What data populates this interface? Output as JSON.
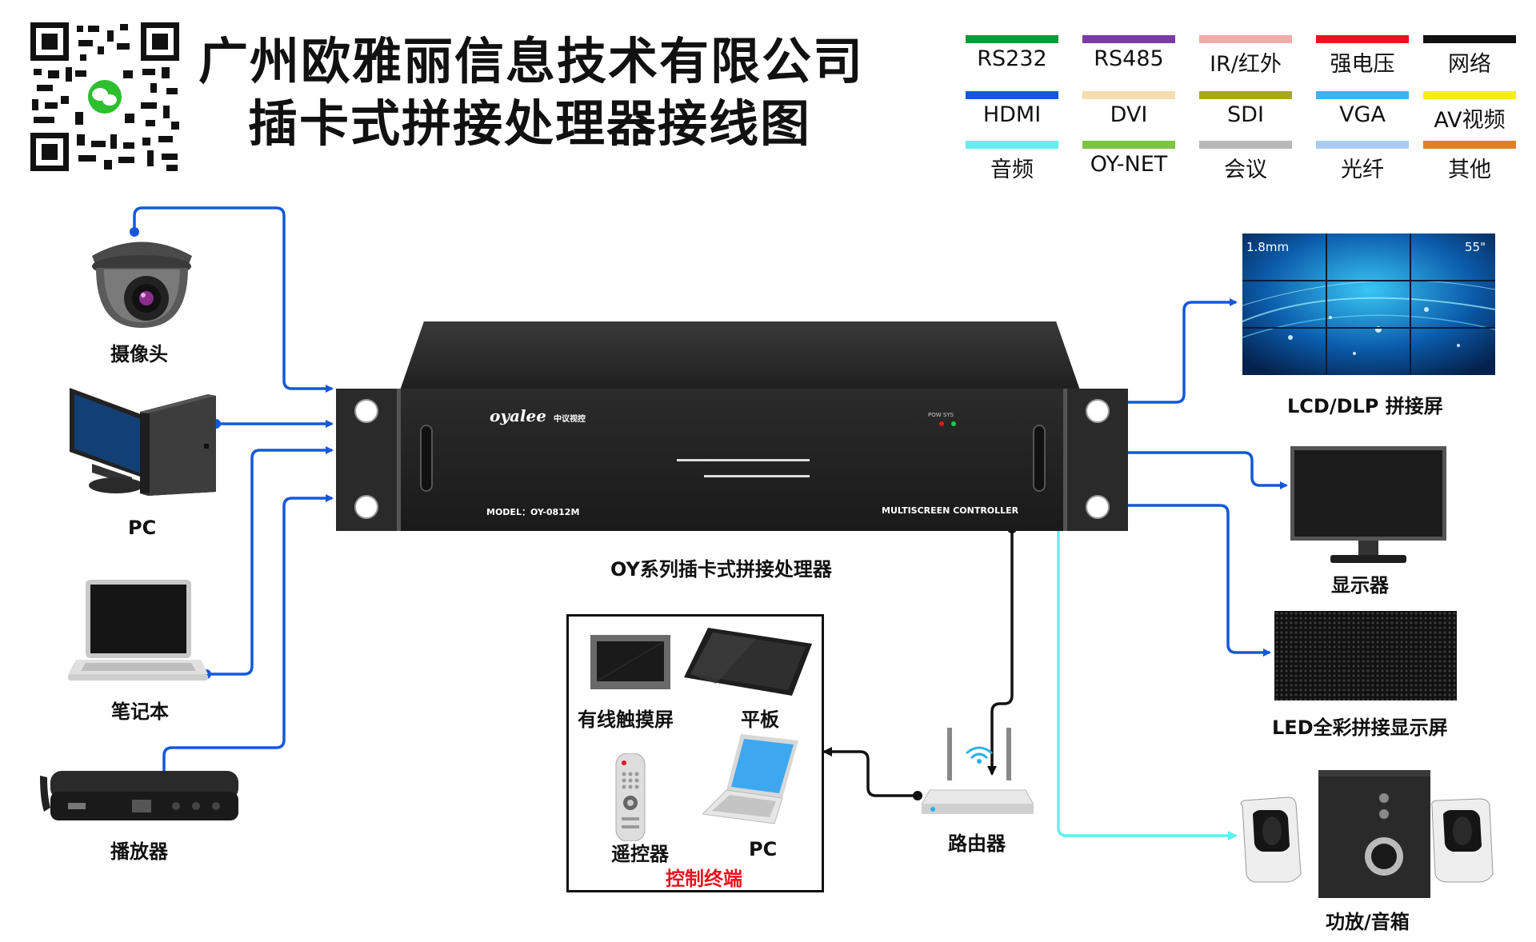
{
  "title": {
    "line1": "广州欧雅丽信息技术有限公司",
    "line2": "插卡式拼接处理器接线图"
  },
  "legend": [
    {
      "label": "RS232",
      "color": "#0e9a3b"
    },
    {
      "label": "RS485",
      "color": "#7a3aa8"
    },
    {
      "label": "IR/红外",
      "color": "#f4a9a8"
    },
    {
      "label": "强电压",
      "color": "#e8141c"
    },
    {
      "label": "网络",
      "color": "#111111"
    },
    {
      "label": "HDMI",
      "color": "#1258d9"
    },
    {
      "label": "DVI",
      "color": "#f6dcae"
    },
    {
      "label": "SDI",
      "color": "#a8a818"
    },
    {
      "label": "VGA",
      "color": "#39b4ef"
    },
    {
      "label": "AV视频",
      "color": "#f5ee16"
    },
    {
      "label": "音频",
      "color": "#5ff0f0"
    },
    {
      "label": "OY-NET",
      "color": "#7cc442"
    },
    {
      "label": "会议",
      "color": "#b8b8b8"
    },
    {
      "label": "光纤",
      "color": "#a9cdf2"
    },
    {
      "label": "其他",
      "color": "#e0821b"
    }
  ],
  "inputs": {
    "camera": "摄像头",
    "pc": "PC",
    "laptop": "笔记本",
    "player": "播放器"
  },
  "processor": {
    "brand": "oyalee",
    "brand_cn": "中议视控",
    "status_text": "POW SYS",
    "model": "MODEL：OY-0812M",
    "type": "MULTISCREEN CONTROLLER",
    "caption": "OY系列插卡式拼接处理器"
  },
  "outputs": {
    "videowall": "LCD/DLP 拼接屏",
    "videowall_bezel": "1.8mm",
    "videowall_size": "55\"",
    "monitor": "显示器",
    "led": "LED全彩拼接显示屏",
    "speakers": "功放/音箱"
  },
  "control": {
    "touch": "有线触摸屏",
    "tablet": "平板",
    "remote": "遥控器",
    "pc": "PC",
    "title": "控制终端",
    "router": "路由器"
  },
  "colors": {
    "hdmi": "#1258d9",
    "network": "#111111",
    "audio": "#5ff0f0",
    "accent_red": "#e8141c"
  }
}
